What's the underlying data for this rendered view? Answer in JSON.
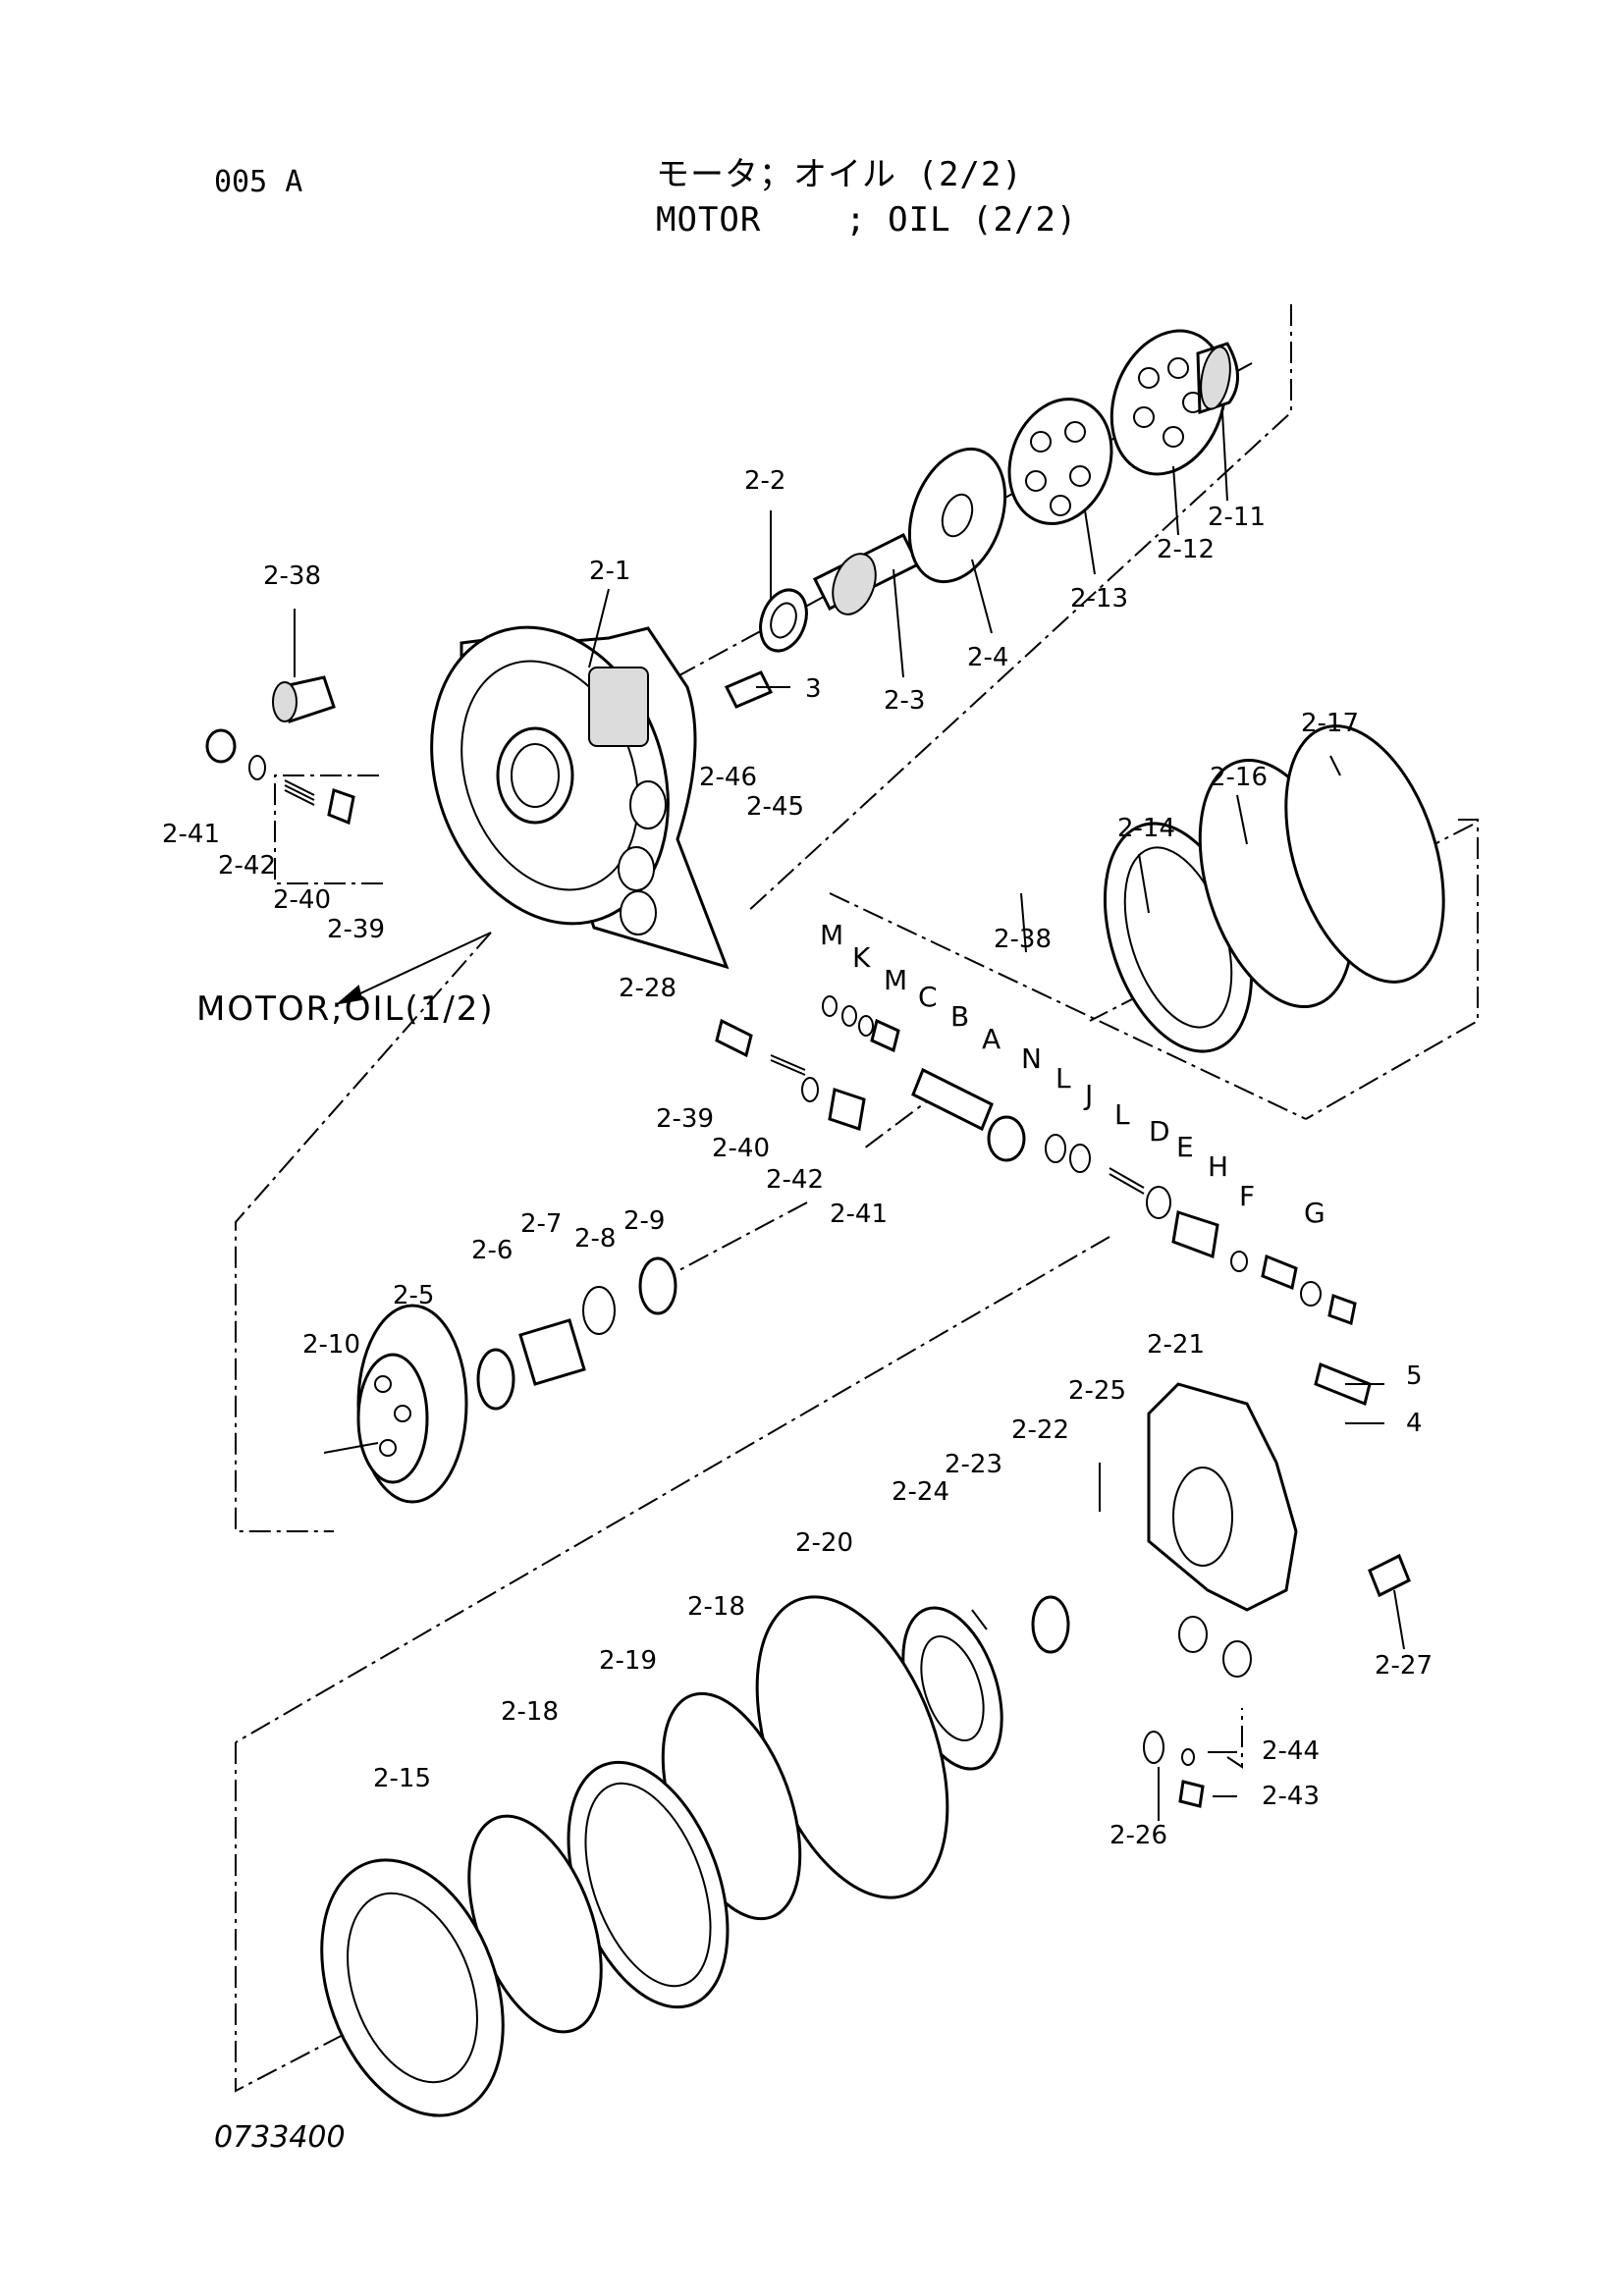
{
  "header": {
    "page_code": "005 A",
    "title_jp": "モータ；オイル (2/2)",
    "title_en": "MOTOR    ; OIL (2/2)"
  },
  "reference": "MOTOR;OIL(1/2)",
  "document_number": "0733400",
  "callouts": {
    "c2_1": "2-1",
    "c2_2": "2-2",
    "c2_3": "2-3",
    "c2_4": "2-4",
    "c2_5": "2-5",
    "c2_6": "2-6",
    "c2_7": "2-7",
    "c2_8": "2-8",
    "c2_9": "2-9",
    "c2_10": "2-10",
    "c2_11": "2-11",
    "c2_12": "2-12",
    "c2_13": "2-13",
    "c2_14": "2-14",
    "c2_15": "2-15",
    "c2_16": "2-16",
    "c2_17": "2-17",
    "c2_18a": "2-18",
    "c2_18b": "2-18",
    "c2_19": "2-19",
    "c2_20": "2-20",
    "c2_21": "2-21",
    "c2_22": "2-22",
    "c2_23": "2-23",
    "c2_24": "2-24",
    "c2_25": "2-25",
    "c2_26": "2-26",
    "c2_27": "2-27",
    "c2_28": "2-28",
    "c2_38a": "2-38",
    "c2_38b": "2-38",
    "c2_39a": "2-39",
    "c2_39b": "2-39",
    "c2_40a": "2-40",
    "c2_40b": "2-40",
    "c2_41a": "2-41",
    "c2_41b": "2-41",
    "c2_42a": "2-42",
    "c2_42b": "2-42",
    "c2_43": "2-43",
    "c2_44": "2-44",
    "c2_45": "2-45",
    "c2_46": "2-46",
    "c3": "3",
    "c4": "4",
    "c5": "5"
  },
  "letters": {
    "M1": "M",
    "K": "K",
    "M2": "M",
    "C": "C",
    "B": "B",
    "A": "A",
    "N": "N",
    "L1": "L",
    "J": "J",
    "L2": "L",
    "D": "D",
    "E": "E",
    "H": "H",
    "F": "F",
    "G": "G"
  }
}
